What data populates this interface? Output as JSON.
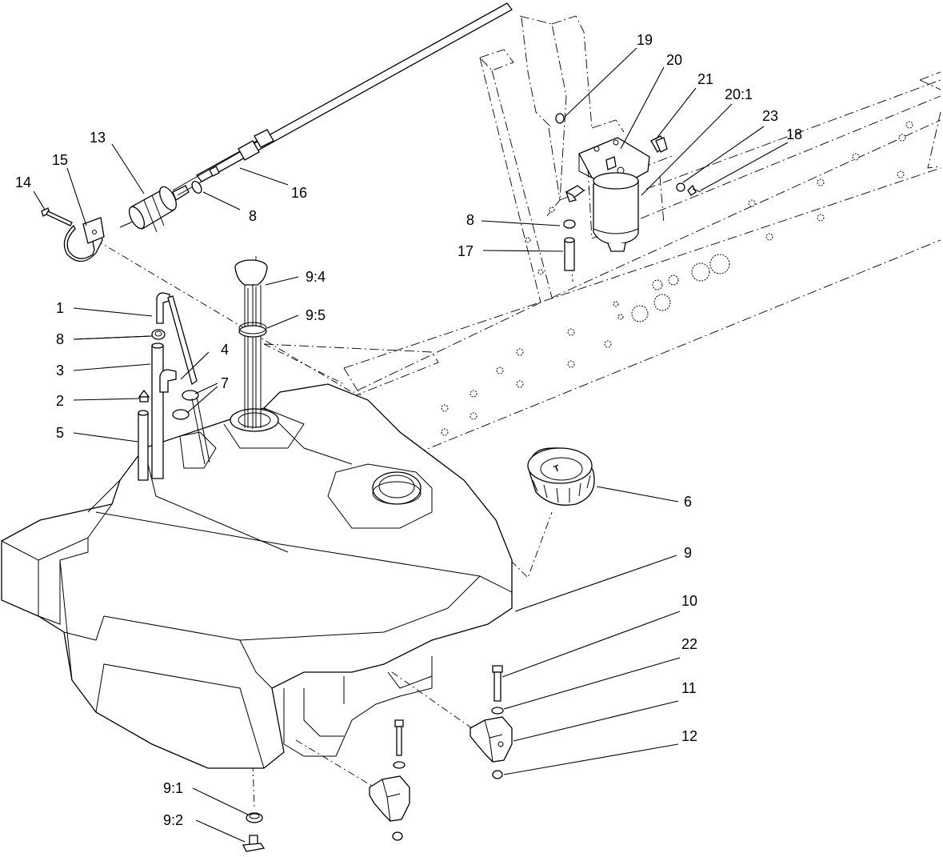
{
  "callouts": [
    {
      "id": "c1",
      "text": "1"
    },
    {
      "id": "c2",
      "text": "2"
    },
    {
      "id": "c3",
      "text": "3"
    },
    {
      "id": "c4",
      "text": "4"
    },
    {
      "id": "c5",
      "text": "5"
    },
    {
      "id": "c6",
      "text": "6"
    },
    {
      "id": "c7",
      "text": "7"
    },
    {
      "id": "c8a",
      "text": "8"
    },
    {
      "id": "c8b",
      "text": "8"
    },
    {
      "id": "c8c",
      "text": "8"
    },
    {
      "id": "c9",
      "text": "9"
    },
    {
      "id": "c91",
      "text": "9:1"
    },
    {
      "id": "c92",
      "text": "9:2"
    },
    {
      "id": "c94",
      "text": "9:4"
    },
    {
      "id": "c95",
      "text": "9:5"
    },
    {
      "id": "c10",
      "text": "10"
    },
    {
      "id": "c11",
      "text": "11"
    },
    {
      "id": "c12",
      "text": "12"
    },
    {
      "id": "c13",
      "text": "13"
    },
    {
      "id": "c14",
      "text": "14"
    },
    {
      "id": "c15",
      "text": "15"
    },
    {
      "id": "c16",
      "text": "16"
    },
    {
      "id": "c17",
      "text": "17"
    },
    {
      "id": "c18",
      "text": "18"
    },
    {
      "id": "c19",
      "text": "19"
    },
    {
      "id": "c20",
      "text": "20"
    },
    {
      "id": "c201",
      "text": "20:1"
    },
    {
      "id": "c21",
      "text": "21"
    },
    {
      "id": "c22",
      "text": "22"
    },
    {
      "id": "c23",
      "text": "23"
    }
  ]
}
